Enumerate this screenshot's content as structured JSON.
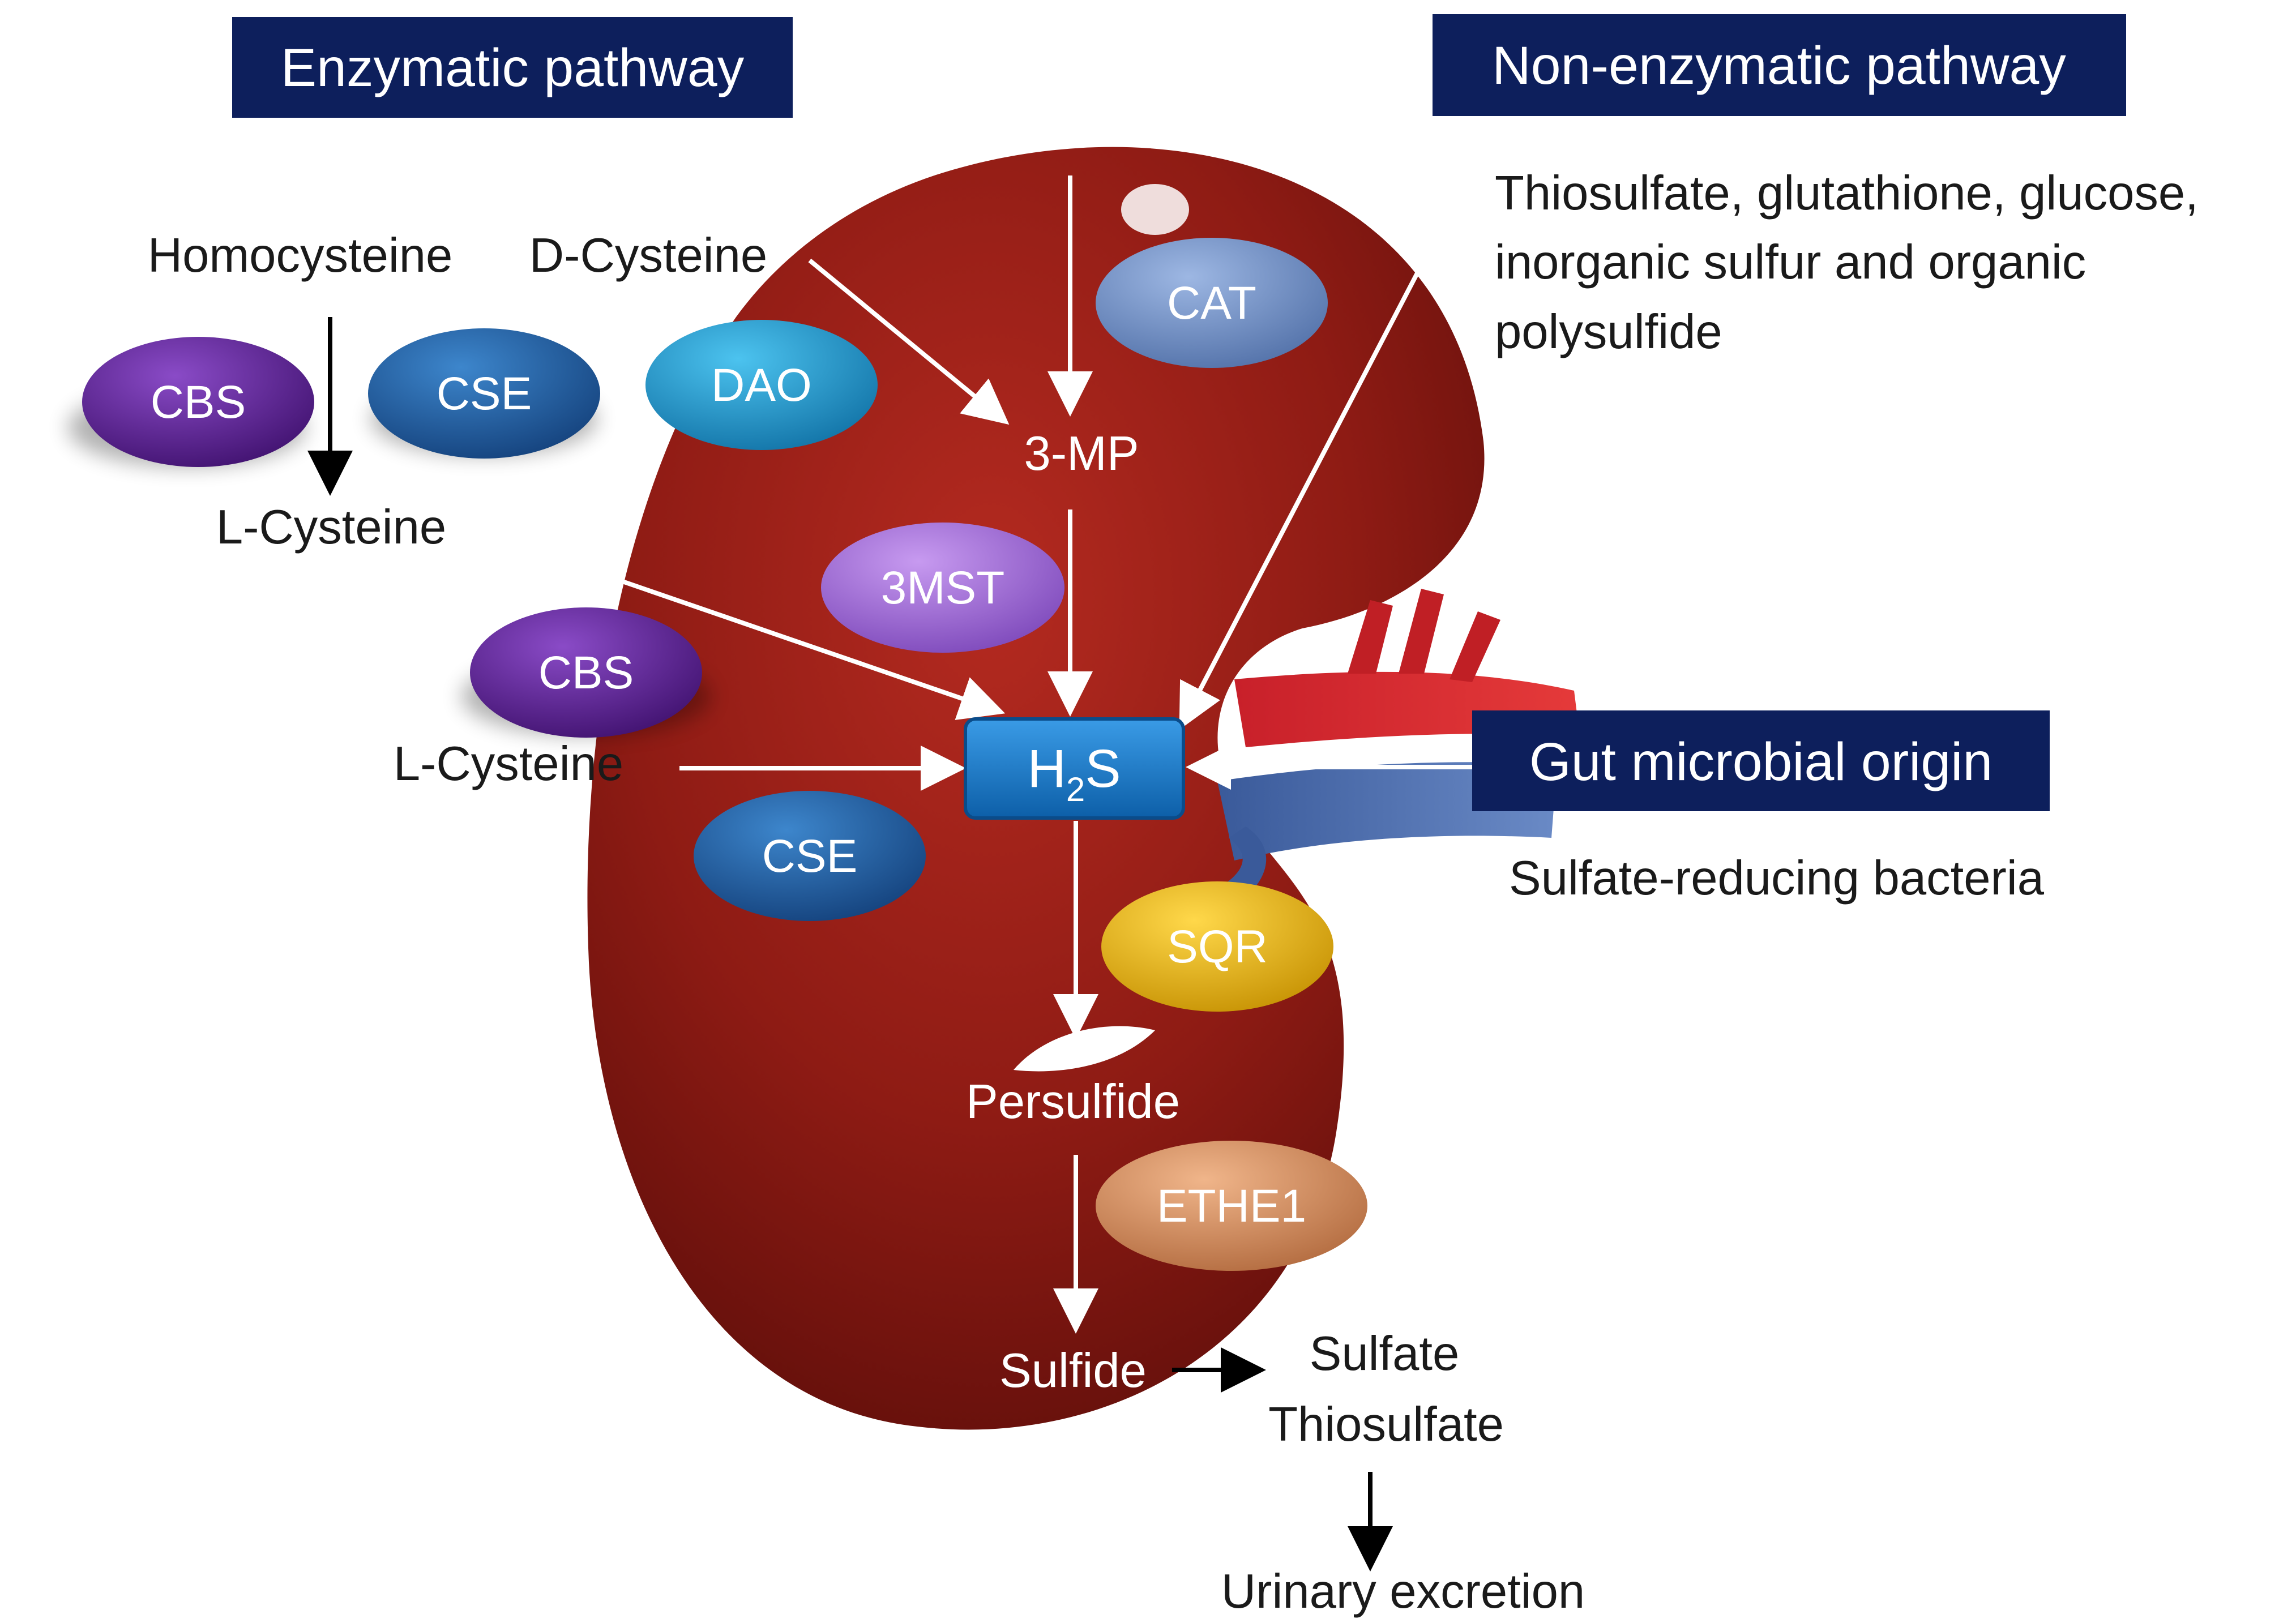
{
  "headers": {
    "enzymatic": "Enzymatic pathway",
    "non_enzymatic": "Non-enzymatic pathway",
    "gut": "Gut microbial origin"
  },
  "labels": {
    "l_cysteine_top": "L-Cysteine",
    "homocysteine": "Homocysteine",
    "d_cysteine": "D-Cysteine",
    "l_cysteine_left": "L-Cysteine",
    "l_cysteine_mid": "L-Cysteine",
    "three_mp": "3-MP",
    "h2s_main": "H",
    "h2s_sub": "2",
    "h2s_tail": "S",
    "persulfide": "Persulfide",
    "sulfide": "Sulfide",
    "sulfate": "Sulfate",
    "thiosulfate": "Thiosulfate",
    "urinary": "Urinary excretion",
    "non_enz_line1": "Thiosulfate, glutathione, glucose,",
    "non_enz_line2": "inorganic sulfur and organic",
    "non_enz_line3": "polysulfide",
    "bacteria": "Sulfate-reducing bacteria"
  },
  "enzymes": {
    "cbs_top": "CBS",
    "cse_top": "CSE",
    "dao": "DAO",
    "cat": "CAT",
    "three_mst": "3MST",
    "cbs_mid": "CBS",
    "cse_mid": "CSE",
    "sqr": "SQR",
    "ethe1": "ETHE1"
  },
  "colors": {
    "header_bg": "#0d1f5c",
    "kidney": "#8e1b14",
    "cbs": "#5a1f8c",
    "cse": "#1d5a9e",
    "dao": "#1a98c9",
    "cat": "#6f8fc4",
    "three_mst": "#a06ad8",
    "sqr": "#e8b400",
    "ethe1": "#d48a5a",
    "h2s_box": "#1a7fd0"
  }
}
